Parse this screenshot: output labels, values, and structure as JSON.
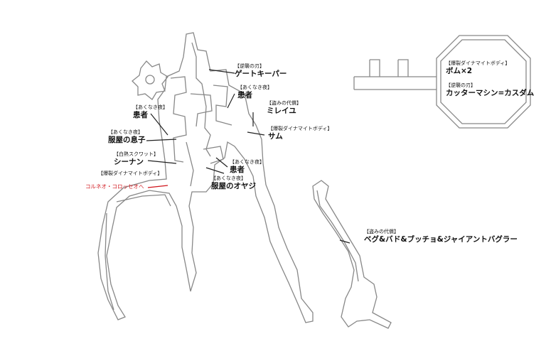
{
  "labels": [
    {
      "tag": "【逆襲の刃】",
      "name": "ゲートキーパー"
    },
    {
      "tag": "【あくなき夜】",
      "name": "患者"
    },
    {
      "tag": "【あくなき夜】",
      "name": "患者"
    },
    {
      "tag": "【盗みの代償】",
      "name": "ミレイユ"
    },
    {
      "tag": "【爆裂ダイナマイトボディ】",
      "name": "サム"
    },
    {
      "tag": "【あくなき夜】",
      "name": "服屋の息子"
    },
    {
      "tag": "【白熱スクワット】",
      "name": "シーナン"
    },
    {
      "tag": "【あくなき夜】",
      "name": "患者"
    },
    {
      "tag": "【あくなき夜】",
      "name": "服屋のオヤジ"
    },
    {
      "tag": "【爆裂ダイナマイトボディ】",
      "name": ""
    },
    {
      "tag": "【爆裂ダイナマイトボディ】",
      "name": "ボム×2"
    },
    {
      "tag": "【逆襲の刃】",
      "name": "カッターマシン=カスダム"
    },
    {
      "tag": "【盗みの代償】",
      "name": "ベグ&バド&ブッチョ&ジャイアントバグラー"
    }
  ],
  "exit_label": "コルネオ・コロッセオへ",
  "colors": {
    "wall": "#888888",
    "pointer": "#222222",
    "exit": "#d0141b"
  }
}
